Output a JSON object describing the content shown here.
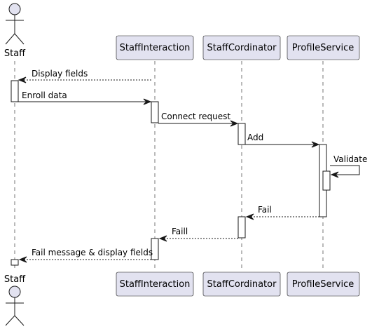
{
  "diagram": {
    "participants": {
      "staff": {
        "label": "Staff"
      },
      "staff_interaction": {
        "label": "StaffInteraction"
      },
      "staff_cordinator": {
        "label": "StaffCordinator"
      },
      "profile_service": {
        "label": "ProfileService"
      }
    },
    "messages": [
      {
        "text": "Display fields",
        "from": "StaffInteraction",
        "to": "Staff",
        "style": "dashed"
      },
      {
        "text": "Enroll data",
        "from": "Staff",
        "to": "StaffInteraction",
        "style": "solid"
      },
      {
        "text": "Connect request",
        "from": "StaffInteraction",
        "to": "StaffCordinator",
        "style": "solid"
      },
      {
        "text": "Add",
        "from": "StaffCordinator",
        "to": "ProfileService",
        "style": "solid"
      },
      {
        "text": "Validate",
        "from": "ProfileService",
        "to": "ProfileService",
        "style": "solid"
      },
      {
        "text": "Fail",
        "from": "ProfileService",
        "to": "StaffCordinator",
        "style": "dashed"
      },
      {
        "text": "Faill",
        "from": "StaffCordinator",
        "to": "StaffInteraction",
        "style": "dashed"
      },
      {
        "text": "Fail message & display fields",
        "from": "StaffInteraction",
        "to": "Staff",
        "style": "dashed"
      }
    ]
  }
}
